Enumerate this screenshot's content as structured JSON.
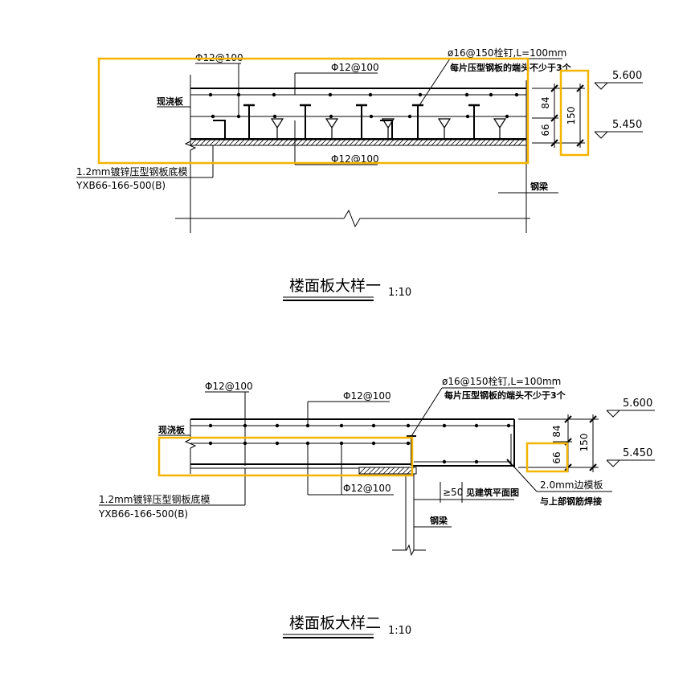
{
  "detail1": {
    "rebar_top_left": "Φ12@100",
    "rebar_top_mid": "Φ12@100",
    "stud_line1": "ø16@150栓钉,L=100mm",
    "stud_line2": "每片压型钢板的端头不少于3个",
    "slab_label": "现浇板",
    "rebar_bottom": "Φ12@100",
    "deck_line1": "1.2mm镀锌压型钢板底模",
    "deck_line2": "YXB66-166-500(B)",
    "beam_label": "钢梁",
    "dim_84": "84",
    "dim_66": "66",
    "dim_150": "150",
    "elev_top": "5.600",
    "elev_bottom": "5.450",
    "title": "楼面板大样一",
    "scale": "1:10"
  },
  "detail2": {
    "rebar_top_left": "Φ12@100",
    "rebar_top_mid": "Φ12@100",
    "stud_line1": "ø16@150栓钉,L=100mm",
    "stud_line2": "每片压型钢板的端头不少于3个",
    "slab_label": "现浇板",
    "rebar_bottom": "Φ12@100",
    "deck_line1": "1.2mm镀锌压型钢板底模",
    "deck_line2": "YXB66-166-500(B)",
    "min_dim": "≥50",
    "min_dim_note": "见建筑平面图",
    "edge_form_line1": "2.0mm边模板",
    "edge_form_line2": "与上部钢筋焊接",
    "beam_label": "钢梁",
    "dim_84": "84",
    "dim_66": "66",
    "dim_150": "150",
    "elev_top": "5.600",
    "elev_bottom": "5.450",
    "title": "楼面板大样二",
    "scale": "1:10"
  },
  "colors": {
    "highlight": "#f5b400",
    "line": "#000000"
  }
}
